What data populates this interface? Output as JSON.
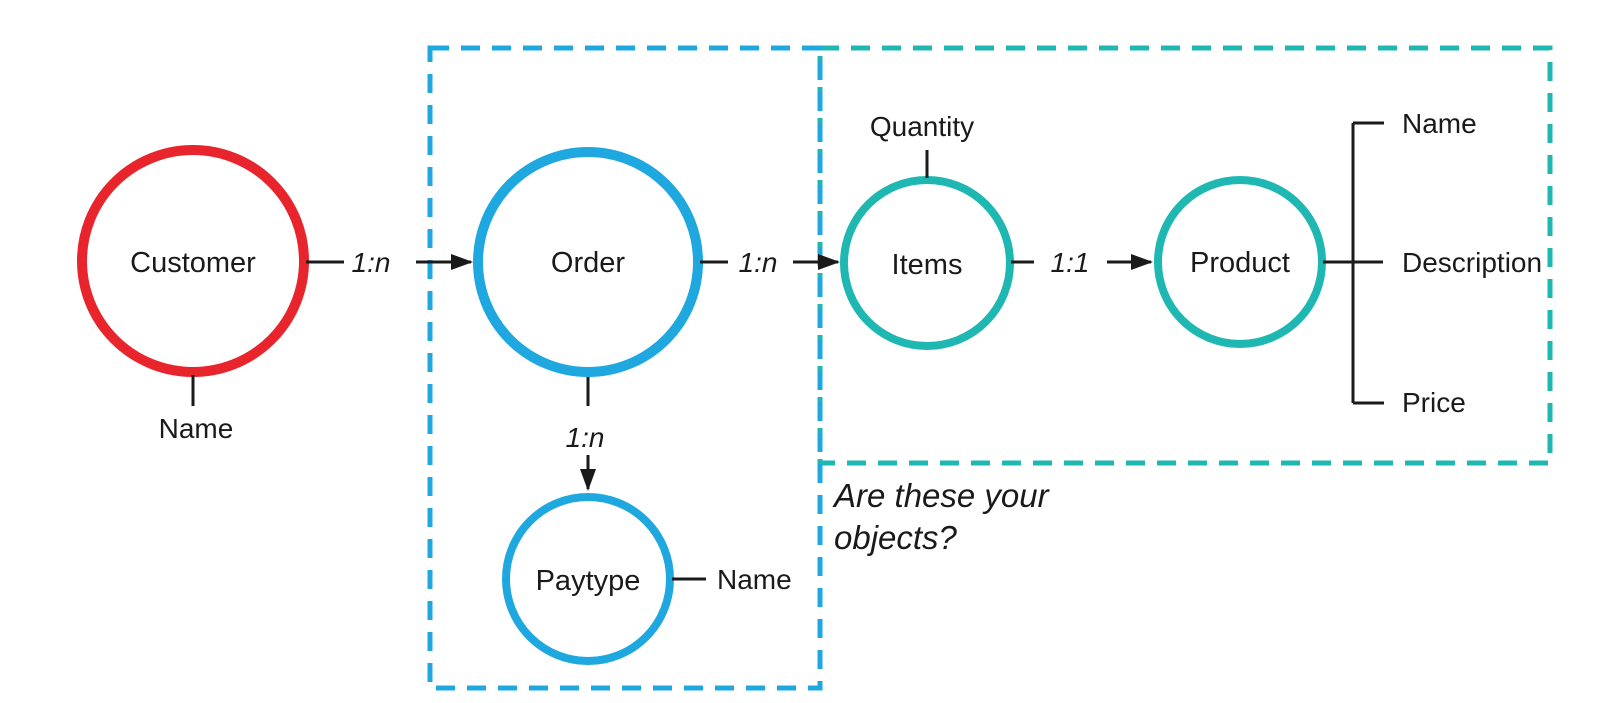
{
  "diagram": {
    "entities": {
      "customer": {
        "label": "Customer"
      },
      "order": {
        "label": "Order"
      },
      "items": {
        "label": "Items"
      },
      "product": {
        "label": "Product"
      },
      "paytype": {
        "label": "Paytype"
      }
    },
    "attributes": {
      "customer_name": "Name",
      "items_quantity": "Quantity",
      "product_name": "Name",
      "product_description": "Description",
      "product_price": "Price",
      "paytype_name": "Name"
    },
    "relations": {
      "customer_to_order": "1:n",
      "order_to_items": "1:n",
      "items_to_product": "1:1",
      "order_to_paytype": "1:n"
    },
    "annotation": {
      "line1": "Are these your",
      "line2": "objects?"
    }
  },
  "colors": {
    "customer": "#e8252d",
    "order": "#1fa8e0",
    "paytype": "#1fa8e0",
    "items": "#1eb7b2",
    "product": "#1eb7b2",
    "box_blue": "#1fa8e0",
    "box_teal": "#1eb7b2",
    "line": "#1a1a1a"
  }
}
